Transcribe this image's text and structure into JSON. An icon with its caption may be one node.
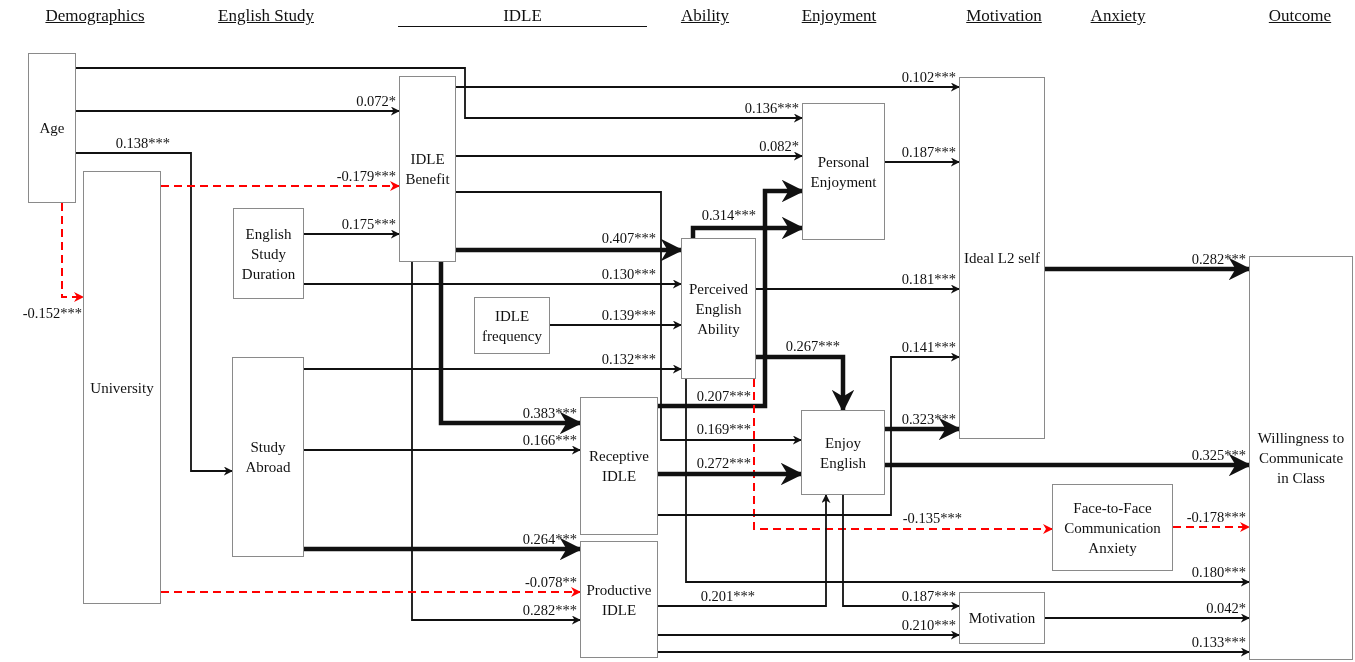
{
  "diagram": {
    "nodes": [
      {
        "text": [
          "Age"
        ]
      },
      {
        "text": [
          "University"
        ]
      },
      {
        "text": [
          "English Study Duration"
        ]
      },
      {
        "text": [
          "Study Abroad"
        ]
      },
      {
        "text": [
          "IDLE Benefit"
        ]
      },
      {
        "text": [
          "IDLE frequency"
        ]
      },
      {
        "text": [
          "Perceived English Ability"
        ]
      },
      {
        "text": [
          "Receptive IDLE"
        ]
      },
      {
        "text": [
          "Productive IDLE"
        ]
      },
      {
        "text": [
          "Personal Enjoyment"
        ]
      },
      {
        "text": [
          "Enjoy English"
        ]
      },
      {
        "text": [
          "Ideal L2 self"
        ]
      },
      {
        "text": [
          "Motivation"
        ]
      },
      {
        "text": [
          "Face-to-Face Communication Anxiety"
        ]
      },
      {
        "text": [
          "Willingness to Communicate in Class"
        ]
      }
    ],
    "edges": [
      {
        "from": 0,
        "to": 4,
        "arrow": "to",
        "label": "0.072*"
      },
      {
        "from": 0,
        "to": 9,
        "arrow": "to",
        "label": "0.136***"
      },
      {
        "from": 0,
        "to": 3,
        "arrow": "to",
        "label": "0.138***"
      },
      {
        "from": 0,
        "to": 1,
        "arrow": "to",
        "label": "-0.152***",
        "style": "dashed",
        "color": "#ff0000"
      },
      {
        "from": 1,
        "to": 4,
        "arrow": "to",
        "label": "-0.179***",
        "style": "dashed",
        "color": "#ff0000"
      },
      {
        "from": 2,
        "to": 4,
        "arrow": "to",
        "label": "0.175***"
      },
      {
        "from": 2,
        "to": 6,
        "arrow": "to",
        "label": "0.130***"
      },
      {
        "from": 4,
        "to": 11,
        "arrow": "to",
        "label": "0.102***"
      },
      {
        "from": 4,
        "to": 9,
        "arrow": "to",
        "label": "0.082*"
      },
      {
        "from": 4,
        "to": 10,
        "arrow": "to",
        "label": "0.169***"
      },
      {
        "from": 4,
        "to": 6,
        "arrow": "to",
        "label": "0.407***",
        "style": "thick"
      },
      {
        "from": 4,
        "to": 7,
        "arrow": "to",
        "label": "0.383***",
        "style": "thick"
      },
      {
        "from": 4,
        "to": 8,
        "arrow": "to",
        "label": "0.282***"
      },
      {
        "from": 5,
        "to": 6,
        "arrow": "to",
        "label": "0.139***"
      },
      {
        "from": 3,
        "to": 6,
        "arrow": "to",
        "label": "0.132***"
      },
      {
        "from": 3,
        "to": 7,
        "arrow": "to",
        "label": "0.166***"
      },
      {
        "from": 3,
        "to": 8,
        "arrow": "to",
        "label": "0.264***",
        "style": "thick"
      },
      {
        "from": 1,
        "to": 8,
        "arrow": "to",
        "label": "-0.078**",
        "style": "dashed",
        "color": "#ff0000"
      },
      {
        "from": 6,
        "to": 9,
        "arrow": "to",
        "label": "0.314***",
        "style": "thick"
      },
      {
        "from": 7,
        "to": 9,
        "arrow": "to",
        "label": "0.207***",
        "style": "thick"
      },
      {
        "from": 6,
        "to": 10,
        "arrow": "to",
        "label": "0.267***",
        "style": "thick"
      },
      {
        "from": 6,
        "to": 11,
        "arrow": "to",
        "label": "0.181***"
      },
      {
        "from": 6,
        "to": 13,
        "arrow": "to",
        "label": "-0.135***",
        "style": "dashed",
        "color": "#ff0000"
      },
      {
        "from": 6,
        "to": 14,
        "arrow": "to",
        "label": "0.180***"
      },
      {
        "from": 7,
        "to": 10,
        "arrow": "to",
        "label": "0.272***",
        "style": "thick"
      },
      {
        "from": 7,
        "to": 11,
        "arrow": "to",
        "label": "0.141***"
      },
      {
        "from": 8,
        "to": 10,
        "arrow": "to",
        "label": "0.201***"
      },
      {
        "from": 8,
        "to": 12,
        "arrow": "to",
        "label": "0.210***"
      },
      {
        "from": 8,
        "to": 14,
        "arrow": "to",
        "label": "0.133***"
      },
      {
        "from": 9,
        "to": 11,
        "arrow": "to",
        "label": "0.187***"
      },
      {
        "from": 10,
        "to": 11,
        "arrow": "to",
        "label": "0.323***",
        "style": "thick"
      },
      {
        "from": 10,
        "to": 14,
        "arrow": "to",
        "label": "0.325***",
        "style": "thick"
      },
      {
        "from": 10,
        "to": 12,
        "arrow": "to",
        "label": "0.187***"
      },
      {
        "from": 12,
        "to": 14,
        "arrow": "to",
        "label": "0.042*"
      },
      {
        "from": 13,
        "to": 14,
        "arrow": "to",
        "label": "-0.178***",
        "style": "dashed",
        "color": "#ff0000"
      },
      {
        "from": 11,
        "to": 14,
        "arrow": "to",
        "label": "0.282***",
        "style": "thick"
      }
    ],
    "labels": [
      "Demographics",
      "English Study",
      "IDLE",
      "Ability",
      "Enjoyment",
      "Motivation",
      "Anxiety",
      "Outcome"
    ]
  }
}
